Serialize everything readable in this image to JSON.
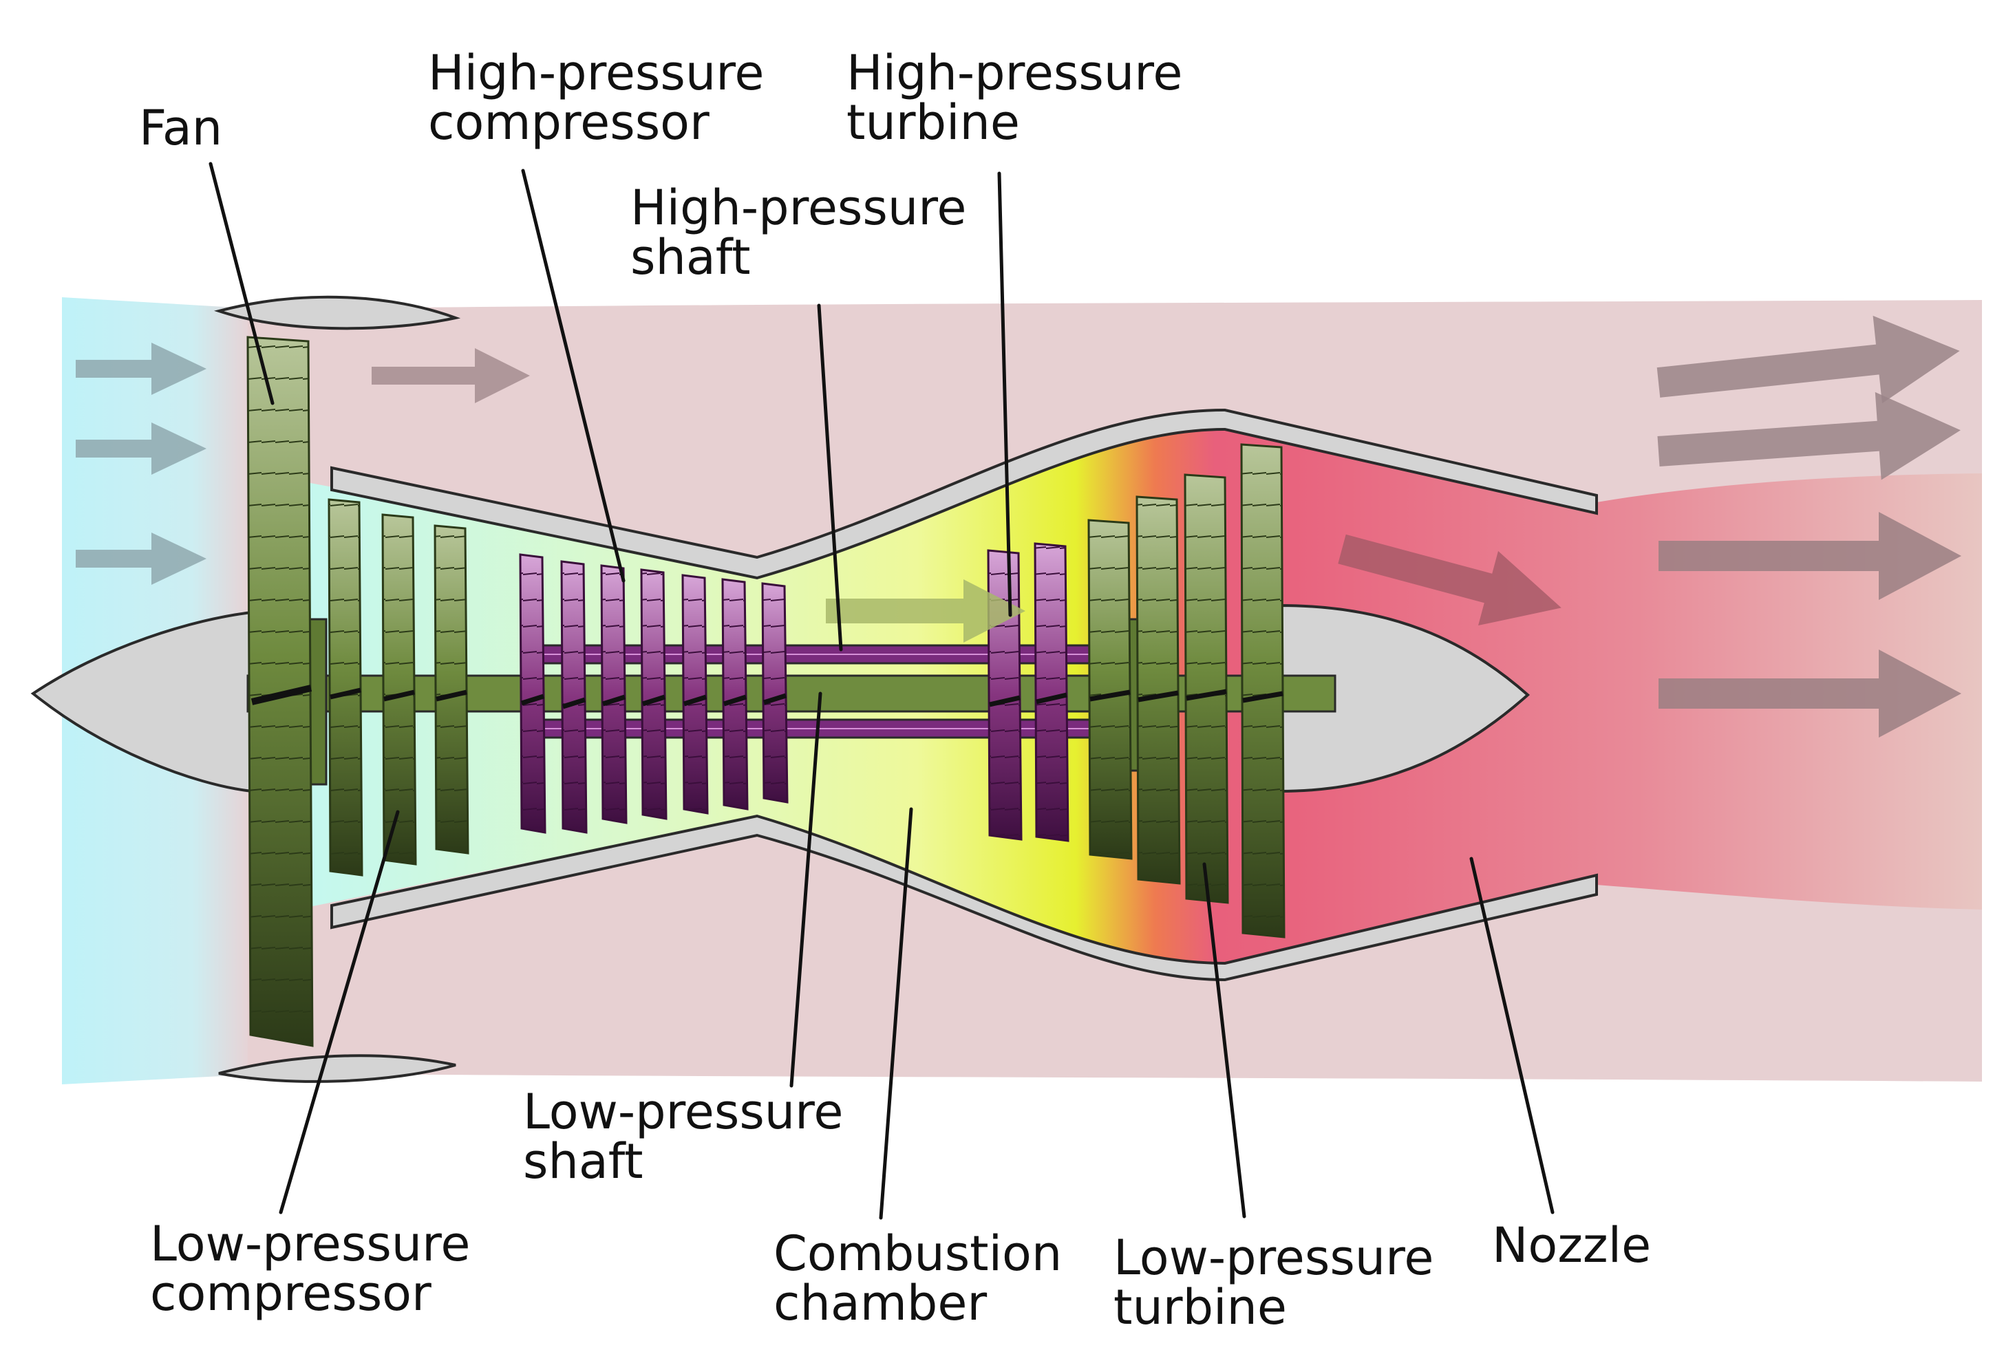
{
  "labels": {
    "fan": [
      "Fan"
    ],
    "hp_compressor": [
      "High-pressure",
      "compressor"
    ],
    "hp_turbine": [
      "High-pressure",
      "turbine"
    ],
    "hp_shaft": [
      "High-pressure",
      "shaft"
    ],
    "lp_shaft": [
      "Low-pressure",
      "shaft"
    ],
    "lp_compressor": [
      "Low-pressure",
      "compressor"
    ],
    "combustion": [
      "Combustion",
      "chamber"
    ],
    "lp_turbine": [
      "Low-pressure",
      "turbine"
    ],
    "nozzle": [
      "Nozzle"
    ]
  },
  "colors": {
    "intake_air": "#bff0f6",
    "bypass_air": "#e6cfd0",
    "compressor_air": "#c6f7ea",
    "combustion_hot": "#e8f23a",
    "exhaust": "#e8687e",
    "lp_spool": "#6f8c3f",
    "hp_spool": "#8b3a8f",
    "casing": "#d4d4d4",
    "leader": "#111111"
  },
  "icons": [
    "flow-arrow-icon"
  ]
}
